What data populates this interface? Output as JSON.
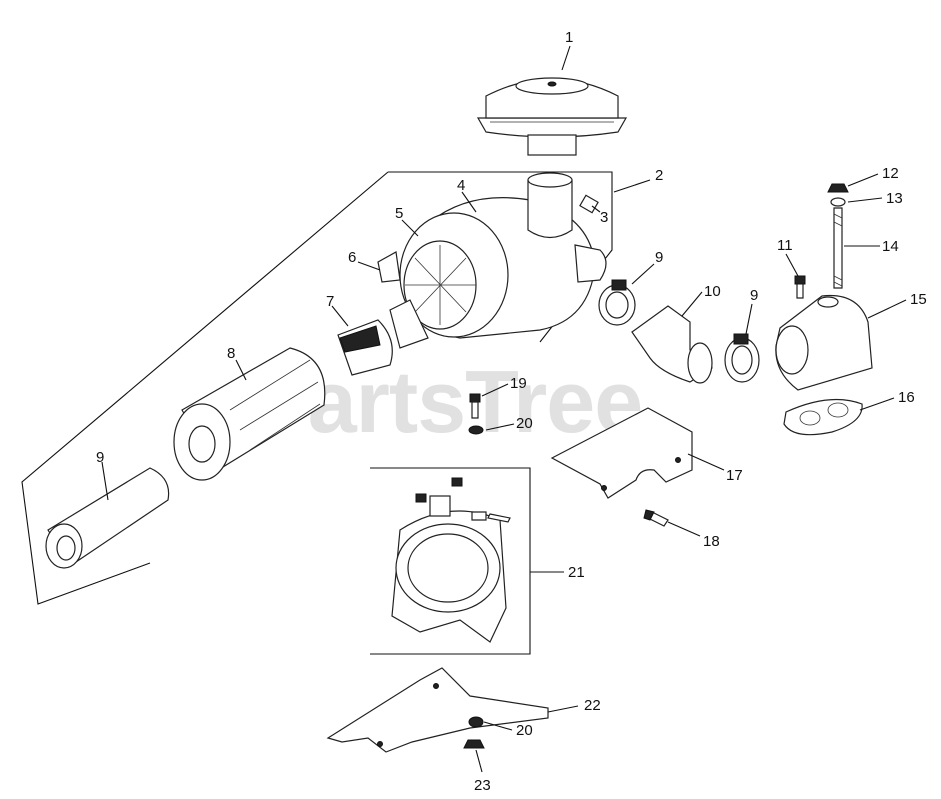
{
  "watermark": "PartsTree",
  "callouts": [
    "1",
    "2",
    "3",
    "4",
    "5",
    "6",
    "7",
    "8",
    "9",
    "9",
    "9",
    "10",
    "11",
    "12",
    "13",
    "14",
    "15",
    "16",
    "17",
    "18",
    "19",
    "20",
    "20",
    "21",
    "22",
    "23"
  ]
}
